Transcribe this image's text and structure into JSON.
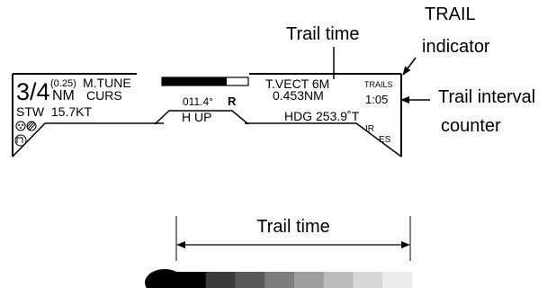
{
  "callouts": {
    "trail_time": "Trail time",
    "trail_indicator_line1": "TRAIL",
    "trail_indicator_line2": "indicator",
    "trail_interval_line1": "Trail interval",
    "trail_interval_line2": "counter"
  },
  "display": {
    "range_main": "3/4",
    "range_sub": "(0.25)",
    "range_unit": "NM",
    "mode_label": "M.TUNE",
    "cursor_label": "CURS",
    "cursor_bearing": "011.4°",
    "cursor_bearing_ref": "R",
    "vector_label": "T.VECT 6M",
    "cursor_range": "0.453NM",
    "trails_label": "TRAILS",
    "trail_counter": "1:05",
    "speed": "STW  15.7KT",
    "orientation": "H UP",
    "heading": "HDG 253.9˚T",
    "ir_label": "IR",
    "es_label": "ES",
    "tune_level": 0.75
  },
  "trail_bar": {
    "label": "Trail time",
    "colors": [
      "#000000",
      "#3a3a3a",
      "#595959",
      "#7d7d7d",
      "#9e9e9e",
      "#bcbcbc",
      "#d8d8d8",
      "#ececec"
    ]
  }
}
